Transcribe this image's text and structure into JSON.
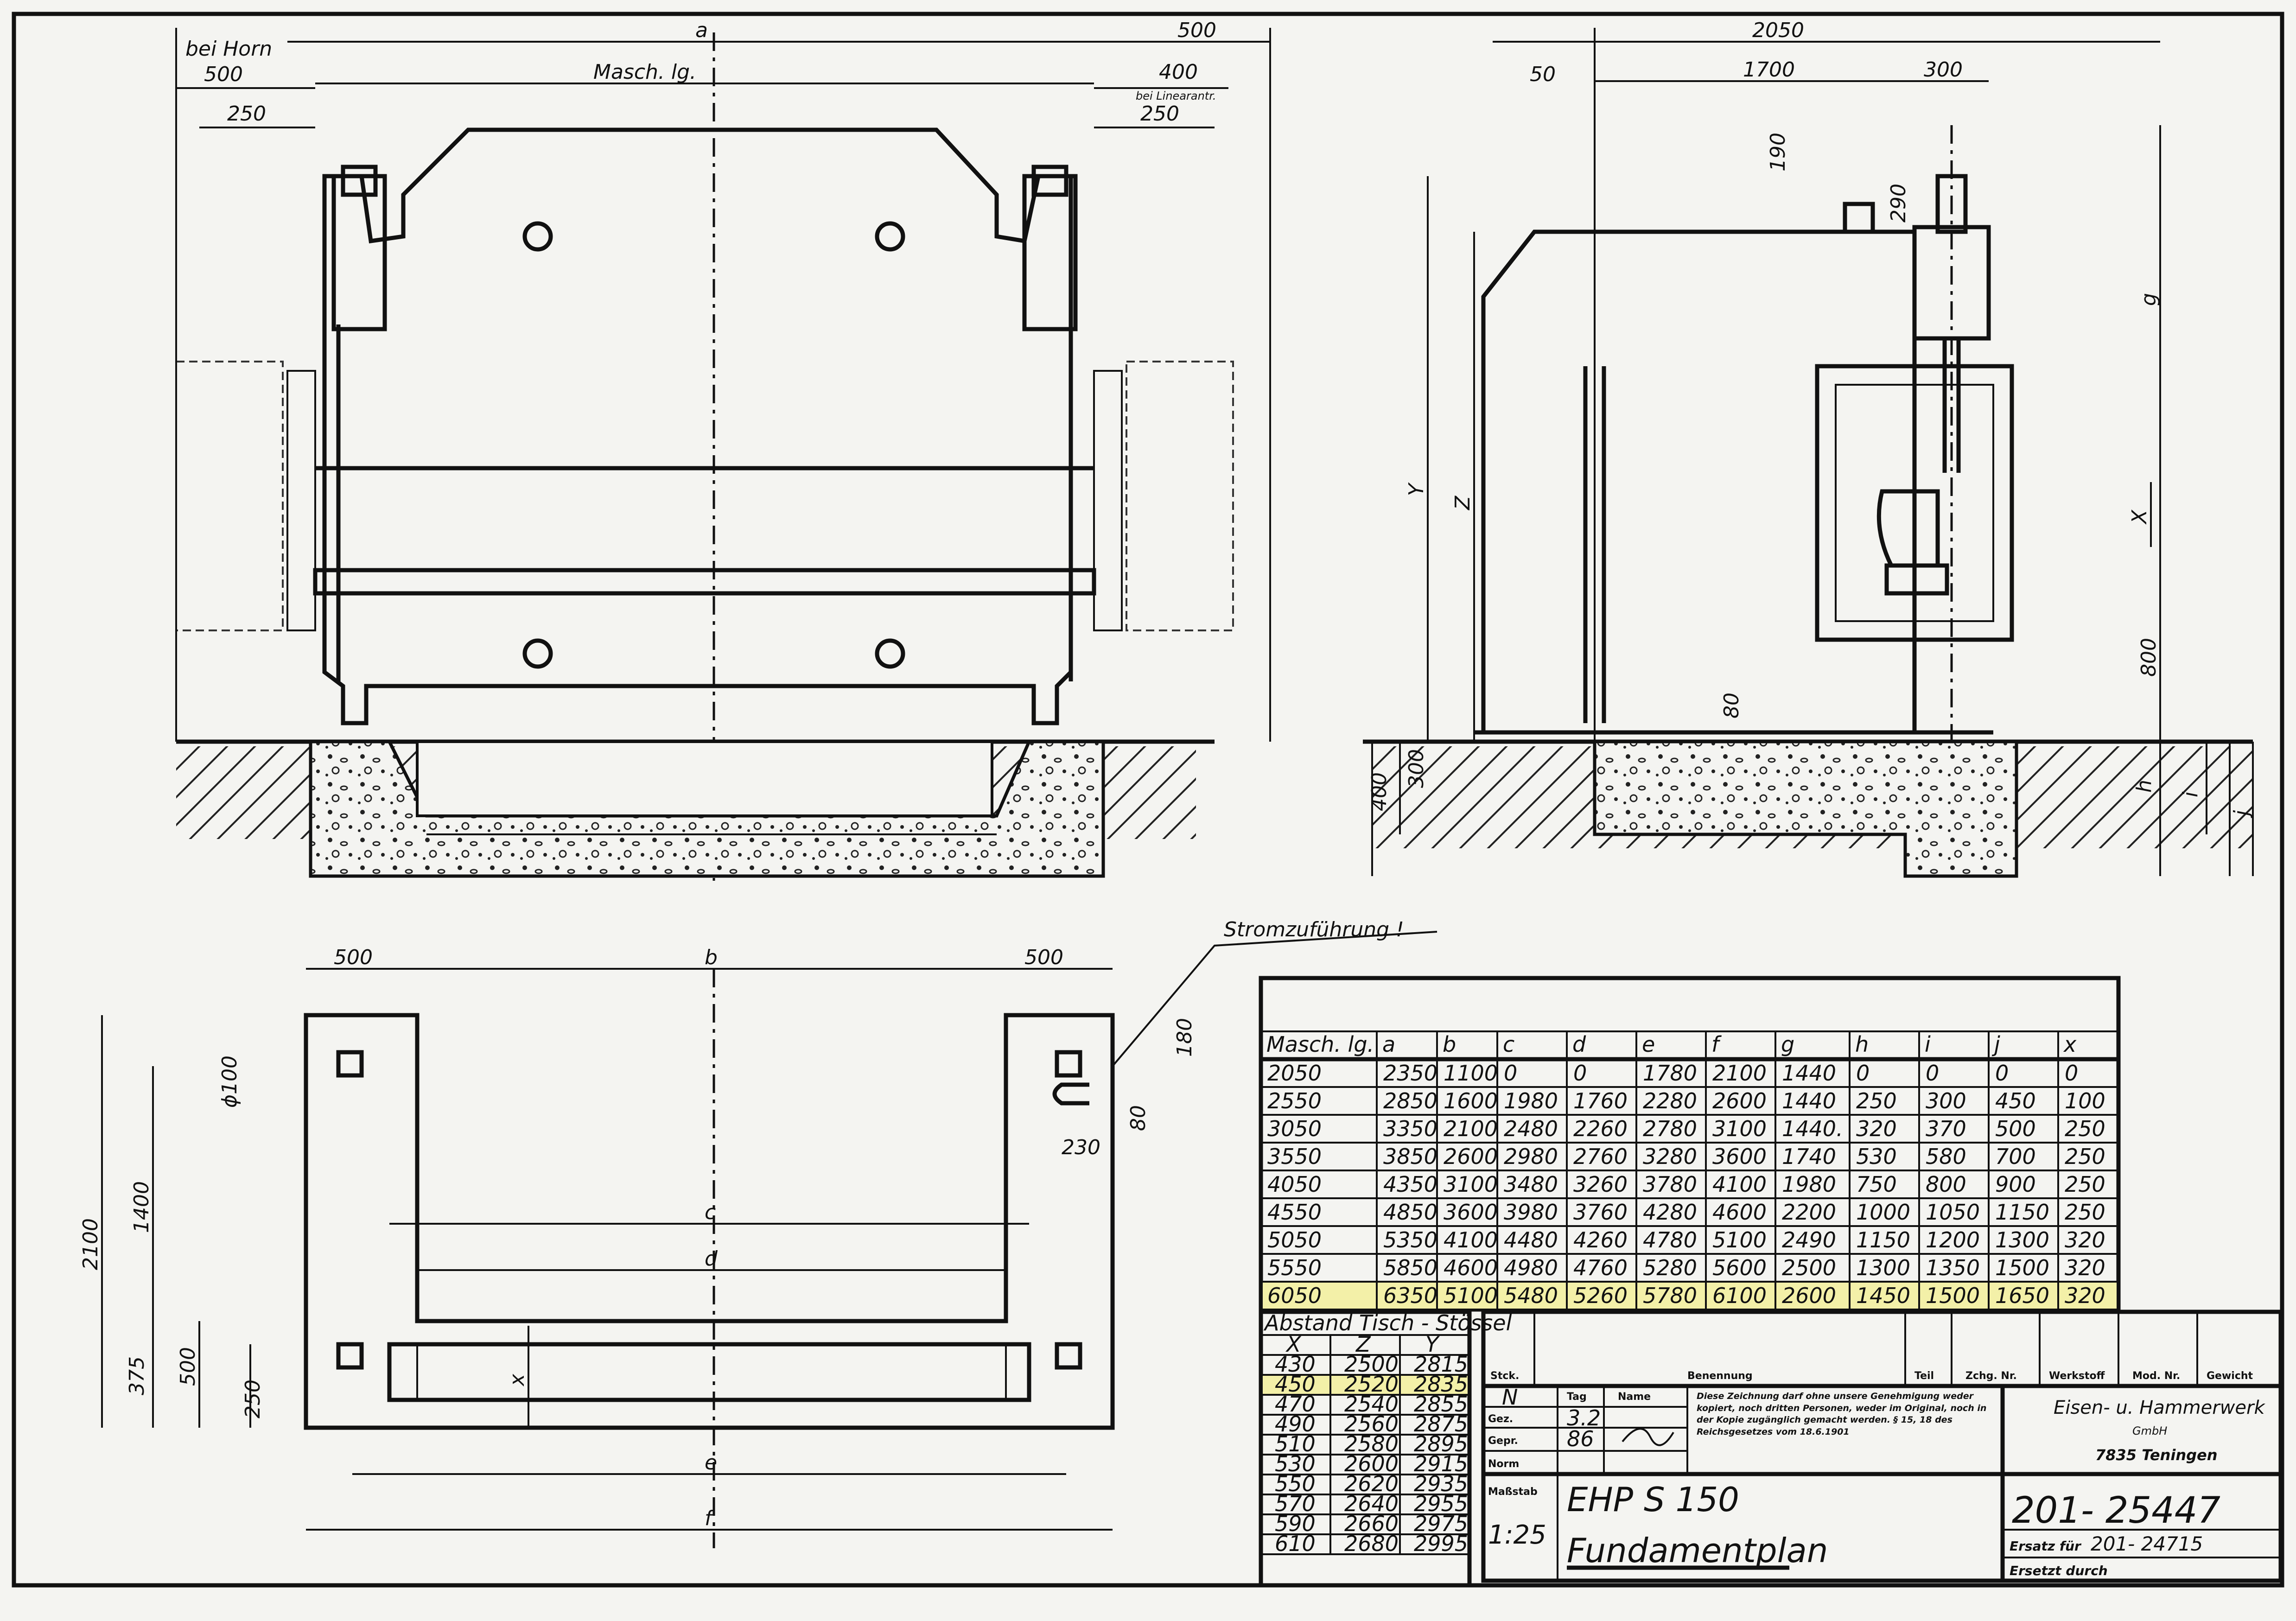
{
  "front_view": {
    "dims": {
      "bei_horn": "bei Horn",
      "a": "a",
      "left_500": "500",
      "masch_lg": "Masch. lg.",
      "right_500": "500",
      "right_400": "400",
      "bei_linearantr": "bei Linearantr.",
      "left_250": "250",
      "right_250": "250"
    }
  },
  "side_view": {
    "dims": {
      "top_2050": "2050",
      "d50": "50",
      "d1700": "1700",
      "d300": "300",
      "d190": "190",
      "d290": "290",
      "g": "g",
      "Y": "Y",
      "Z": "Z",
      "X": "X",
      "d800": "800",
      "d80": "80",
      "d300b": "300",
      "d400": "400",
      "h": "h",
      "i": "i",
      "j": "j"
    }
  },
  "note_power": "Stromzuführung !",
  "plan_view": {
    "dims": {
      "left_500": "500",
      "b": "b",
      "right_500": "500",
      "phi100": "ɸ100",
      "d180": "180",
      "d80": "80",
      "d230": "230",
      "d2100": "2100",
      "d1400": "1400",
      "c": "c",
      "d": "d",
      "d375": "375",
      "d500": "500",
      "d250": "250",
      "x": "x",
      "e": "e",
      "f": "f"
    }
  },
  "main_table": {
    "headers": [
      "Masch. lg.",
      "a",
      "b",
      "c",
      "d",
      "e",
      "f",
      "g",
      "h",
      "i",
      "j",
      "x"
    ],
    "rows": [
      [
        "2050",
        "2350",
        "1100",
        "0",
        "0",
        "1780",
        "2100",
        "1440",
        "0",
        "0",
        "0",
        "0"
      ],
      [
        "2550",
        "2850",
        "1600",
        "1980",
        "1760",
        "2280",
        "2600",
        "1440",
        "250",
        "300",
        "450",
        "100"
      ],
      [
        "3050",
        "3350",
        "2100",
        "2480",
        "2260",
        "2780",
        "3100",
        "1440.",
        "320",
        "370",
        "500",
        "250"
      ],
      [
        "3550",
        "3850",
        "2600",
        "2980",
        "2760",
        "3280",
        "3600",
        "1740",
        "530",
        "580",
        "700",
        "250"
      ],
      [
        "4050",
        "4350",
        "3100",
        "3480",
        "3260",
        "3780",
        "4100",
        "1980",
        "750",
        "800",
        "900",
        "250"
      ],
      [
        "4550",
        "4850",
        "3600",
        "3980",
        "3760",
        "4280",
        "4600",
        "2200",
        "1000",
        "1050",
        "1150",
        "250"
      ],
      [
        "5050",
        "5350",
        "4100",
        "4480",
        "4260",
        "4780",
        "5100",
        "2490",
        "1150",
        "1200",
        "1300",
        "320"
      ],
      [
        "5550",
        "5850",
        "4600",
        "4980",
        "4760",
        "5280",
        "5600",
        "2500",
        "1300",
        "1350",
        "1500",
        "320"
      ],
      [
        "6050",
        "6350",
        "5100",
        "5480",
        "5260",
        "5780",
        "6100",
        "2600",
        "1450",
        "1500",
        "1650",
        "320"
      ]
    ],
    "highlight_row": 8,
    "highlight_color": "#f3f0a8"
  },
  "stroke_table": {
    "title": "Abstand Tisch - Stössel",
    "headers": [
      "X",
      "Z",
      "Y"
    ],
    "rows": [
      [
        "430",
        "2500",
        "2815"
      ],
      [
        "450",
        "2520",
        "2835"
      ],
      [
        "470",
        "2540",
        "2855"
      ],
      [
        "490",
        "2560",
        "2875"
      ],
      [
        "510",
        "2580",
        "2895"
      ],
      [
        "530",
        "2600",
        "2915"
      ],
      [
        "550",
        "2620",
        "2935"
      ],
      [
        "570",
        "2640",
        "2955"
      ],
      [
        "590",
        "2660",
        "2975"
      ],
      [
        "610",
        "2680",
        "2995"
      ]
    ],
    "highlight_row": 1
  },
  "title_block": {
    "parts_headers": [
      "Stck.",
      "Benennung",
      "Teil",
      "Zchg. Nr.",
      "Werkstoff",
      "Mod. Nr.",
      "Gewicht"
    ],
    "n_label": "N",
    "tag": "Tag",
    "name": "Name",
    "gez": "Gez.",
    "gepr": "Gepr.",
    "norm": "Norm",
    "gez_val": "3.2",
    "gepr_val": "86",
    "massstab": "Maßstab",
    "scale": "1:25",
    "notice": "Diese Zeichnung darf ohne unsere Genehmigung weder kopiert, noch dritten Personen, weder im Original, noch in der Kopie zugänglich gemacht werden. § 15, 18 des Reichsgesetzes vom 18.6.1901",
    "company": "Eisen- u. Hammerwerk",
    "company_sub": "GmbH",
    "company_city": "7835 Teningen",
    "model": "EHP S 150",
    "drawing_title": "Fundamentplan",
    "drawing_no": "201- 25447",
    "ersatz_fuer_label": "Ersatz für",
    "ersatz_fuer": "201- 24715",
    "ersetzt_durch": "Ersetzt durch"
  }
}
